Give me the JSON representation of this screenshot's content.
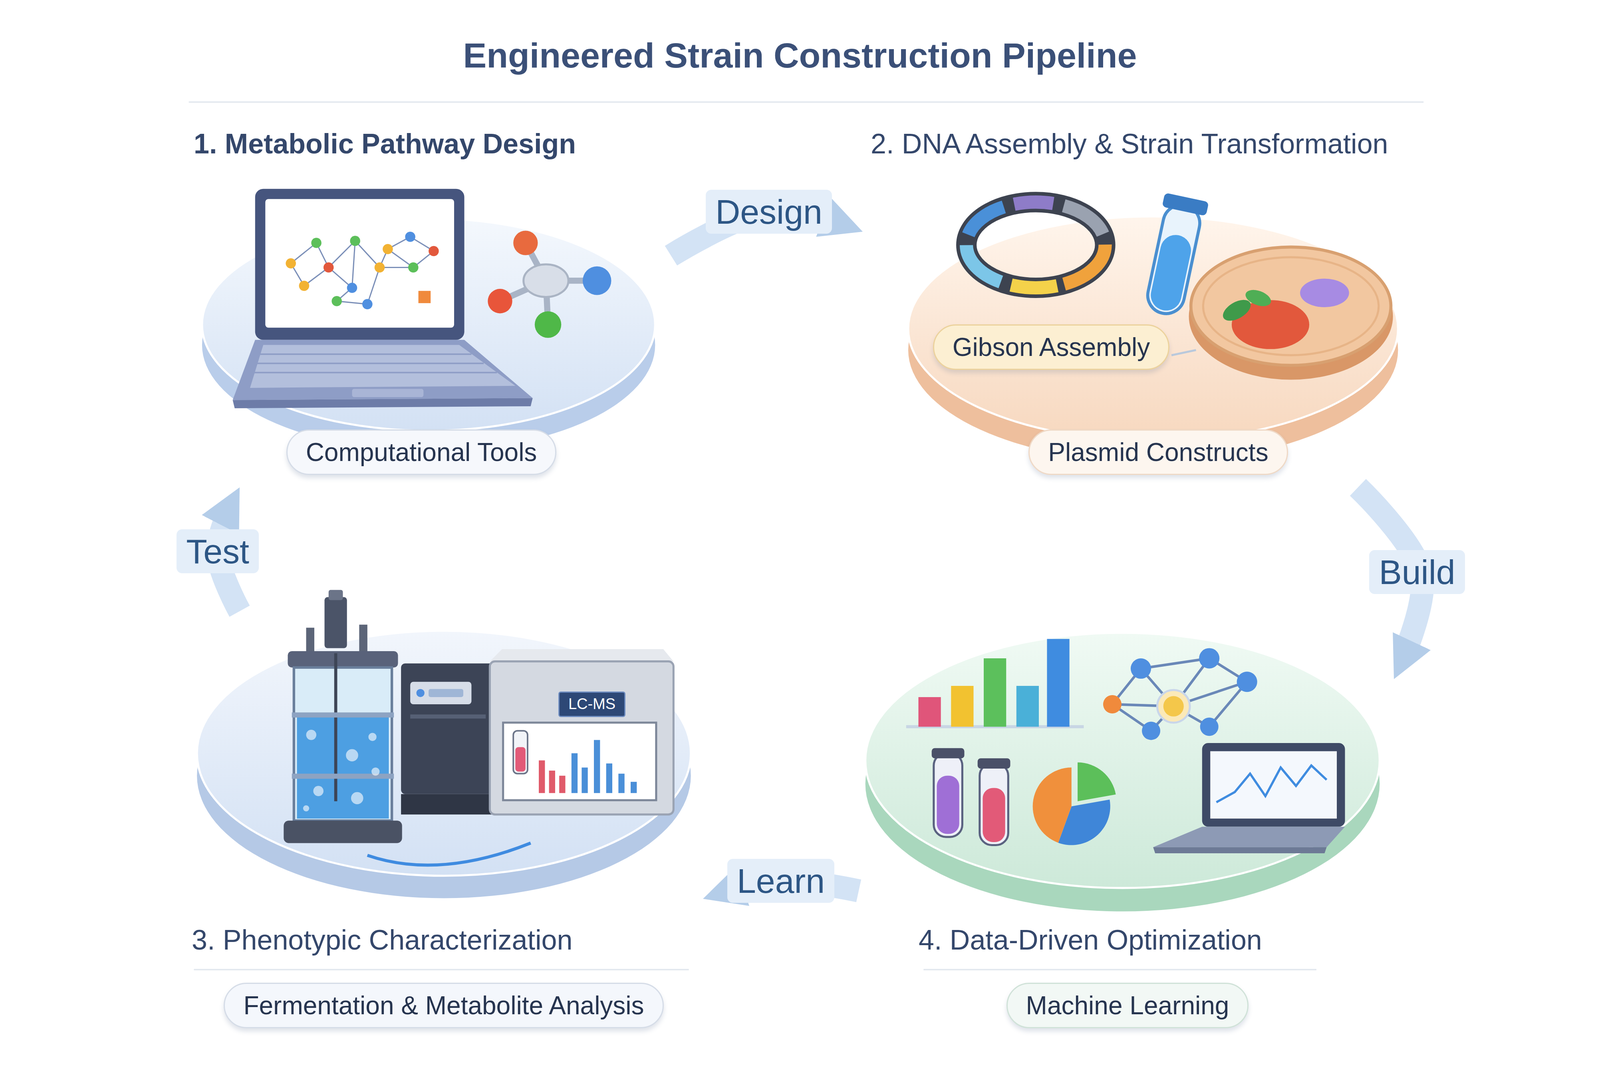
{
  "diagram": {
    "title": "Engineered Strain Construction Pipeline",
    "nodes": [
      {
        "text": [
          "1. Metabolic Pathway Design"
        ]
      },
      {
        "text": [
          "Computational Tools"
        ],
        "in": 0
      },
      {
        "text": [
          "2. DNA Assembly & Strain Transformation"
        ]
      },
      {
        "text": [
          "Gibson Assembly"
        ],
        "in": 2
      },
      {
        "text": [
          "Plasmid Constructs"
        ],
        "in": 2
      },
      {
        "text": [
          "3. Phenotypic Characterization"
        ]
      },
      {
        "text": [
          "Fermentation & Metabolite Analysis"
        ],
        "in": 5
      },
      {
        "text": [
          "4. Data-Driven Optimization"
        ]
      },
      {
        "text": [
          "Machine Learning"
        ],
        "in": 7
      }
    ],
    "edges": [
      {
        "from": 0,
        "to": 2,
        "label": "Design",
        "arrow": "to"
      },
      {
        "from": 2,
        "to": 7,
        "label": "Build",
        "arrow": "to"
      },
      {
        "from": 7,
        "to": 5,
        "label": "Learn",
        "arrow": "to"
      },
      {
        "from": 5,
        "to": 0,
        "label": "Test",
        "arrow": "to"
      }
    ],
    "labels": [
      "LC-MS"
    ]
  }
}
